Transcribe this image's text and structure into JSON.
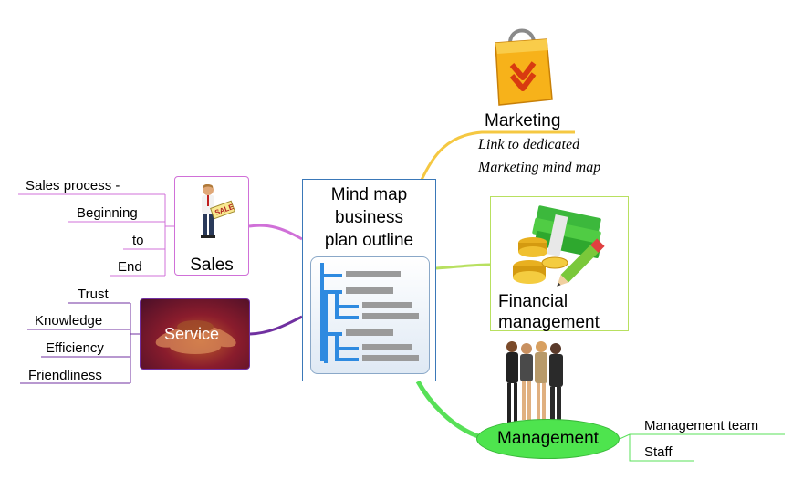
{
  "central": {
    "title_lines": [
      "Mind map",
      "business",
      "plan outline"
    ],
    "icon": "outline-tree-icon"
  },
  "topics": {
    "marketing": {
      "label": "Marketing",
      "note_lines": [
        "Link to dedicated",
        "Marketing mind map"
      ],
      "icon": "shopping-bag-icon"
    },
    "financial": {
      "label_lines": [
        "Financial",
        "management"
      ],
      "icon": "money-pencil-icon"
    },
    "management": {
      "label": "Management",
      "icon": "business-team-icon",
      "leaves": [
        "Management team",
        "Staff"
      ]
    },
    "sales": {
      "label": "Sales",
      "icon": "salesman-icon",
      "leaves": [
        "Sales process -",
        "Beginning",
        "to",
        "End"
      ]
    },
    "service": {
      "label": "Service",
      "icon": "joined-hands-icon",
      "leaves": [
        "Trust",
        "Knowledge",
        "Efficiency",
        "Friendliness"
      ]
    }
  },
  "colors": {
    "central_border": "#3a78b8",
    "marketing_branch": "#f5c842",
    "financial_branch": "#b8e060",
    "management_branch": "#58e058",
    "management_fill": "#4ee44e",
    "sales_branch": "#d070d8",
    "service_branch": "#7030a0"
  }
}
